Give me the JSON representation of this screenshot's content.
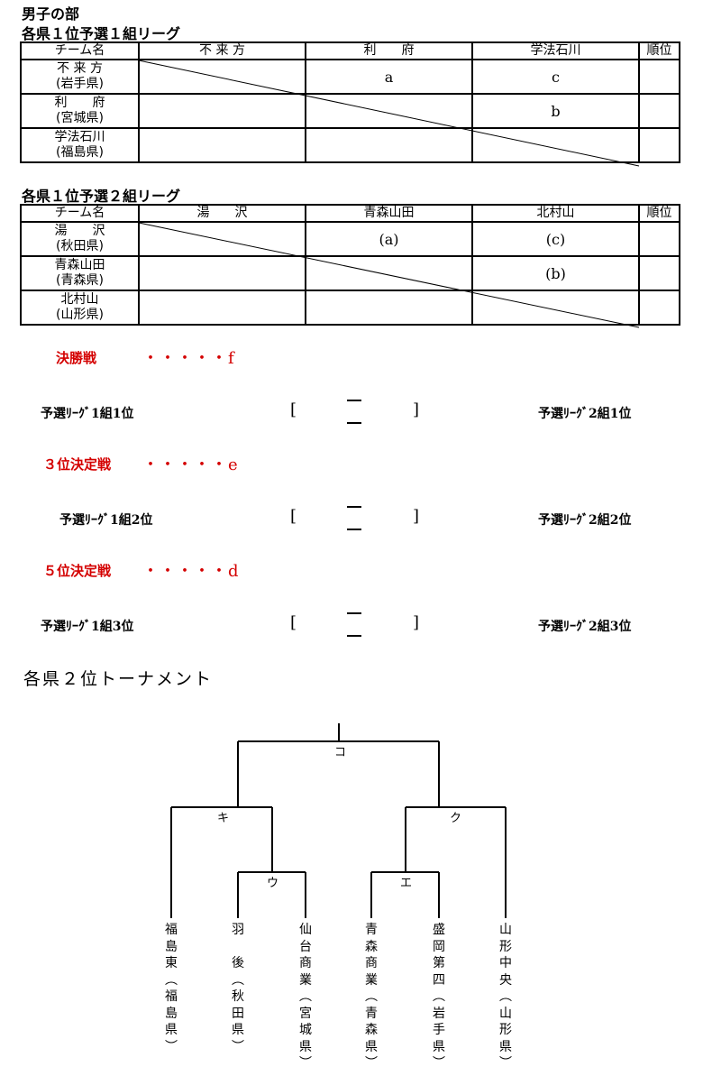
{
  "section_title": "男子の部",
  "league1": {
    "title": "各県１位予選１組リーグ",
    "header": [
      "チーム名",
      "不 来 方",
      "利　　府",
      "学法石川",
      "順位"
    ],
    "rows": [
      {
        "team": "不 来 方",
        "pref": "(岩手県)",
        "cells": [
          "",
          "a",
          "c",
          ""
        ]
      },
      {
        "team": "利　　府",
        "pref": "(宮城県)",
        "cells": [
          "",
          "",
          "b",
          ""
        ]
      },
      {
        "team": "学法石川",
        "pref": "(福島県)",
        "cells": [
          "",
          "",
          "",
          ""
        ]
      }
    ]
  },
  "league2": {
    "title": "各県１位予選２組リーグ",
    "header": [
      "チーム名",
      "湯　　沢",
      "青森山田",
      "北村山",
      "順位"
    ],
    "rows": [
      {
        "team": "湯　　沢",
        "pref": "(秋田県)",
        "cells": [
          "",
          "(a)",
          "(c)",
          ""
        ]
      },
      {
        "team": "青森山田",
        "pref": "(青森県)",
        "cells": [
          "",
          "",
          "(b)",
          ""
        ]
      },
      {
        "team": "北村山",
        "pref": "(山形県)",
        "cells": [
          "",
          "",
          "",
          ""
        ]
      }
    ]
  },
  "finals": [
    {
      "title": "決勝戦",
      "marker": "・・・・・f",
      "left": "予選ﾘｰｸﾞ1組1位",
      "right": "予選ﾘｰｸﾞ2組1位"
    },
    {
      "title": "３位決定戦",
      "marker": "・・・・・e",
      "left": "予選ﾘｰｸﾞ1組2位",
      "right": "予選ﾘｰｸﾞ2組2位"
    },
    {
      "title": "５位決定戦",
      "marker": "・・・・・d",
      "left": "予選ﾘｰｸﾞ1組3位",
      "right": "予選ﾘｰｸﾞ2組3位"
    }
  ],
  "score_box": {
    "open": "[",
    "close": "]"
  },
  "tournament": {
    "title": "各県２位トーナメント",
    "labels": {
      "top": "コ",
      "left": "キ",
      "right": "ク",
      "left_inner": "ウ",
      "right_inner": "エ"
    },
    "teams": [
      "福島東（福島県）",
      "羽　後（秋田県）",
      "仙台商業（宮城県）",
      "青森商業（青森県）",
      "盛岡第四（岩手県）",
      "山形中央（山形県）"
    ]
  },
  "colors": {
    "accent_red": "#d40000"
  }
}
